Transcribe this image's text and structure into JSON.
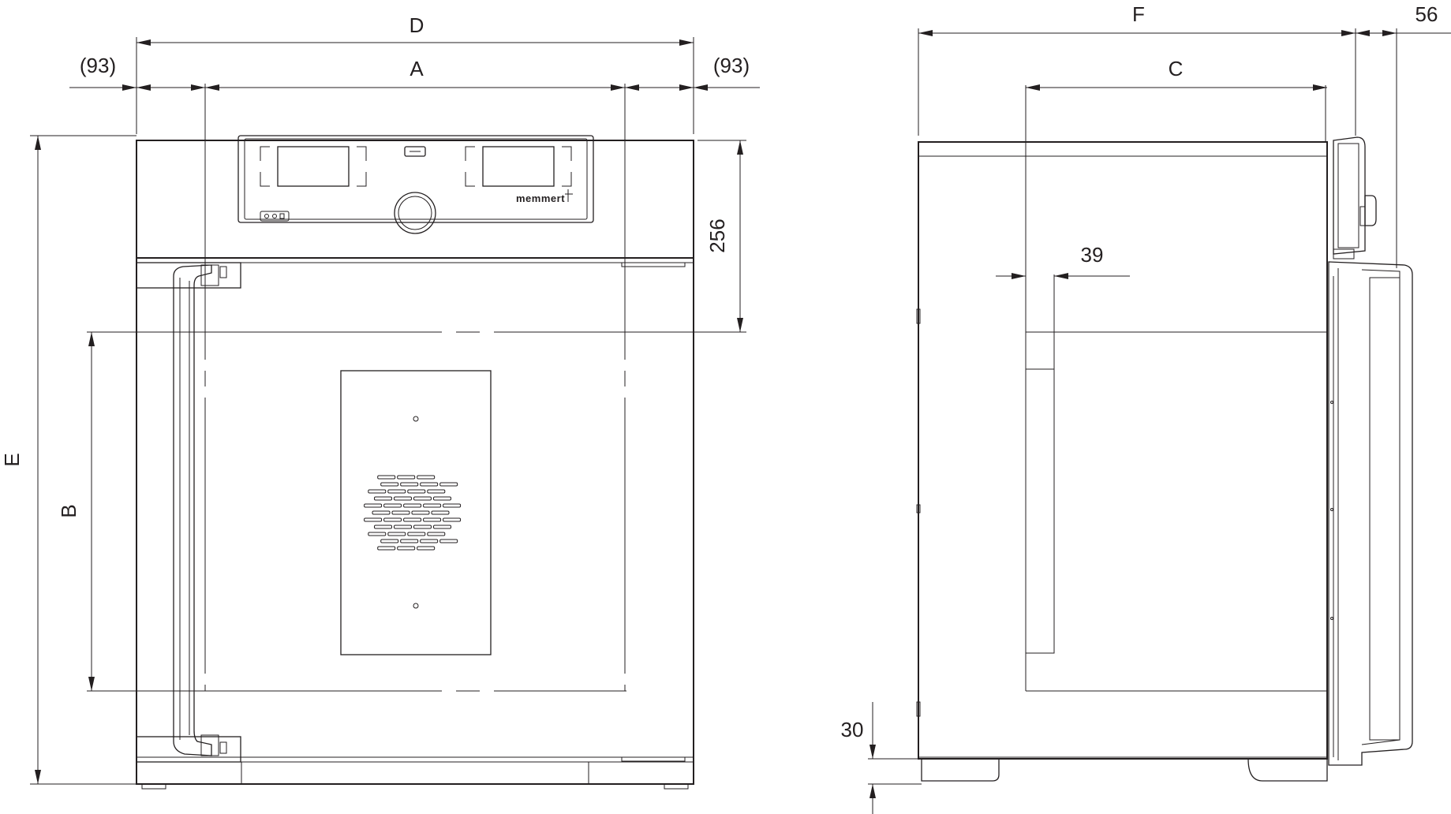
{
  "front_view": {
    "dimensions": {
      "overall_width": "D",
      "interior_width": "A",
      "left_offset": "(93)",
      "right_offset": "(93)",
      "overall_height": "E",
      "interior_height": "B",
      "control_panel_height": "256"
    },
    "brand_logo": "memmert"
  },
  "side_view": {
    "dimensions": {
      "overall_depth": "F",
      "interior_depth": "C",
      "door_depth": "56",
      "inner_offset": "39",
      "foot_height": "30"
    }
  },
  "colors": {
    "line": "#231f20",
    "background": "#ffffff"
  }
}
